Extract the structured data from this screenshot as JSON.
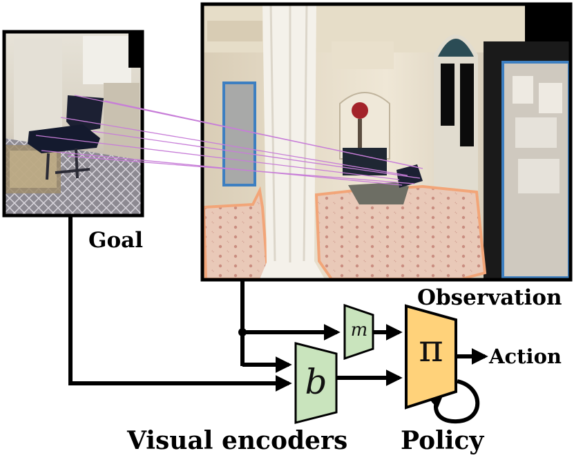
{
  "labels": {
    "goal": "Goal",
    "observation": "Observation",
    "action": "Action",
    "visual_encoders": "Visual encoders",
    "policy": "Policy"
  },
  "symbols": {
    "m": "m",
    "b": "b",
    "pi": "π"
  },
  "colors": {
    "encoder_fill": "#c9e4bd",
    "policy_fill": "#ffd27a",
    "match_lines": "#c77dd8",
    "floor_outline": "#f2a578",
    "door_outline": "#3d7fc1",
    "frame": "#000000"
  }
}
